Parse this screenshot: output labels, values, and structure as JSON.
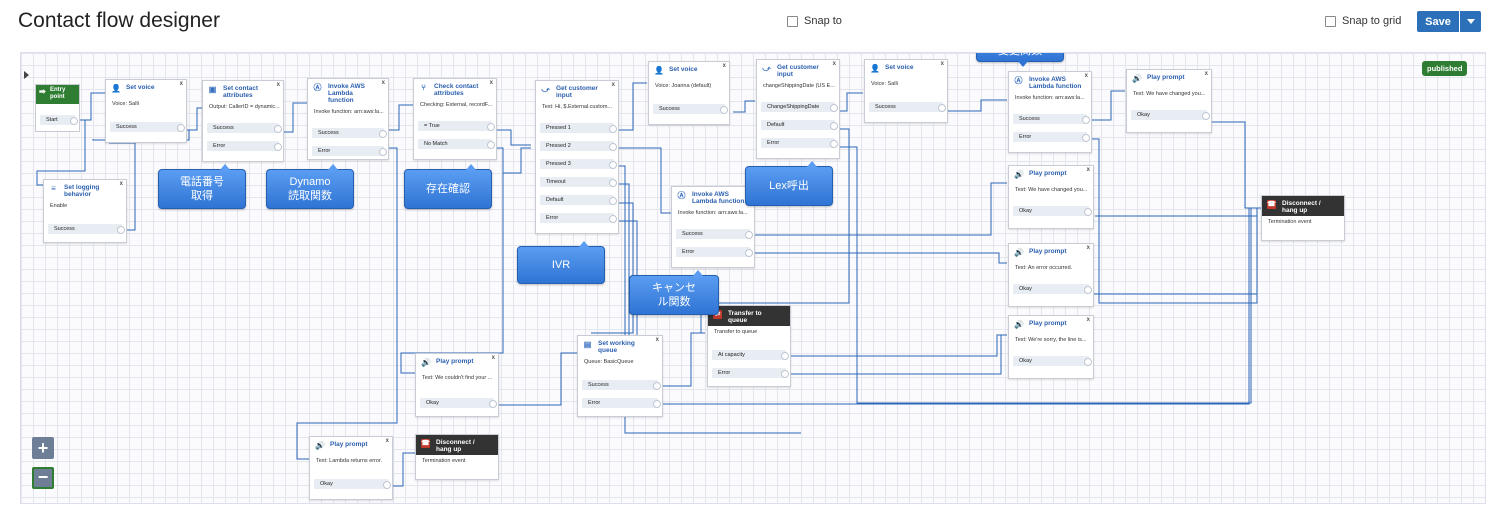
{
  "header": {
    "title": "Contact flow designer",
    "snap_to": "Snap to",
    "snap_to_grid": "Snap to grid",
    "save": "Save"
  },
  "canvas": {
    "published": "published",
    "zoom_in": "+",
    "zoom_out": "−",
    "entry": {
      "title": "Entry point",
      "output": "Start"
    },
    "blocks": {
      "set_voice_1": {
        "title": "Set voice",
        "desc": "Voice: Salli",
        "outputs": [
          "Success"
        ]
      },
      "set_logging": {
        "title": "Set logging behavior",
        "desc": "Enable",
        "outputs": [
          "Success"
        ]
      },
      "set_contact_attr": {
        "title": "Set contact attributes",
        "desc": "Output: CallerID = dynamic...",
        "outputs": [
          "Success",
          "Error"
        ]
      },
      "invoke_lambda_1": {
        "title": "Invoke AWS Lambda function",
        "desc": "Invoke function: arn:aws:la...",
        "outputs": [
          "Success",
          "Error"
        ]
      },
      "check_attr": {
        "title": "Check contact attributes",
        "desc": "Checking: External, recordF...",
        "outputs": [
          "= True",
          "No Match"
        ]
      },
      "get_input_1": {
        "title": "Get customer input",
        "desc": "Text: Hi, $.External.custom...",
        "outputs": [
          "Pressed 1",
          "Pressed 2",
          "Pressed 3",
          "Timeout",
          "Default",
          "Error"
        ]
      },
      "set_voice_2": {
        "title": "Set voice",
        "desc": "Voice: Joanna (default)",
        "outputs": [
          "Success"
        ]
      },
      "get_input_2": {
        "title": "Get customer input",
        "desc": "changeShippingDate (US E...",
        "outputs": [
          "ChangeShippingDate",
          "Default",
          "Error"
        ]
      },
      "set_voice_3": {
        "title": "Set voice",
        "desc": "Voice: Salli",
        "outputs": [
          "Success"
        ]
      },
      "invoke_lambda_2": {
        "title": "Invoke AWS Lambda function",
        "desc": "Invoke function: arn:aws:la...",
        "outputs": [
          "Success",
          "Error"
        ]
      },
      "play_prompt_1": {
        "title": "Play prompt",
        "desc": "Text: We have changed you...",
        "outputs": [
          "Okay"
        ]
      },
      "invoke_lambda_3": {
        "title": "Invoke AWS Lambda function",
        "desc": "Invoke function: arn:aws:la...",
        "outputs": [
          "Success",
          "Error"
        ]
      },
      "play_prompt_2": {
        "title": "Play prompt",
        "desc": "Text: We have changed you...",
        "outputs": [
          "Okay"
        ]
      },
      "play_prompt_3": {
        "title": "Play prompt",
        "desc": "Text: An error occurred.",
        "outputs": [
          "Okay"
        ]
      },
      "disconnect_1": {
        "title": "Disconnect / hang up",
        "desc": "Termination event",
        "outputs": []
      },
      "transfer_queue": {
        "title": "Transfer to queue",
        "desc": "Transfer to queue",
        "outputs": [
          "At capacity",
          "Error"
        ]
      },
      "play_prompt_4": {
        "title": "Play prompt",
        "desc": "Text: We're sorry, the line is...",
        "outputs": [
          "Okay"
        ]
      },
      "set_working_queue": {
        "title": "Set working queue",
        "desc": "Queue: BasicQueue",
        "outputs": [
          "Success",
          "Error"
        ]
      },
      "play_prompt_5": {
        "title": "Play prompt",
        "desc": "Text: We couldn't find your ...",
        "outputs": [
          "Okay"
        ]
      },
      "play_prompt_6": {
        "title": "Play prompt",
        "desc": "Text: Lambda returns error.",
        "outputs": [
          "Okay"
        ]
      },
      "disconnect_2": {
        "title": "Disconnect / hang up",
        "desc": "Termination event",
        "outputs": []
      }
    },
    "callouts": {
      "phone": "電話番号\n取得",
      "dynamo": "Dynamo\n読取関数",
      "exists": "存在確認",
      "ivr": "IVR",
      "lex": "Lex呼出",
      "cancel": "キャンセ\nル関数",
      "shipping": "配送日\n変更関数"
    }
  }
}
